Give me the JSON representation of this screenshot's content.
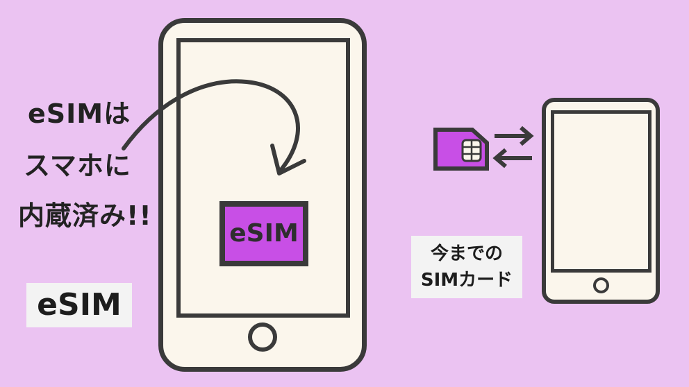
{
  "caption": {
    "line1": "eSIMは",
    "line2": "スマホに",
    "line3": "内蔵済み!!"
  },
  "esim_chip_label": "eSIM",
  "esim_tag": "eSIM",
  "old_sim_label": {
    "line1": "今までの",
    "line2": "SIMカード"
  },
  "colors": {
    "background": "#ebc3f2",
    "phone_fill": "#fbf6ec",
    "outline": "#3a3a3a",
    "esim_purple": "#c84fe6"
  }
}
